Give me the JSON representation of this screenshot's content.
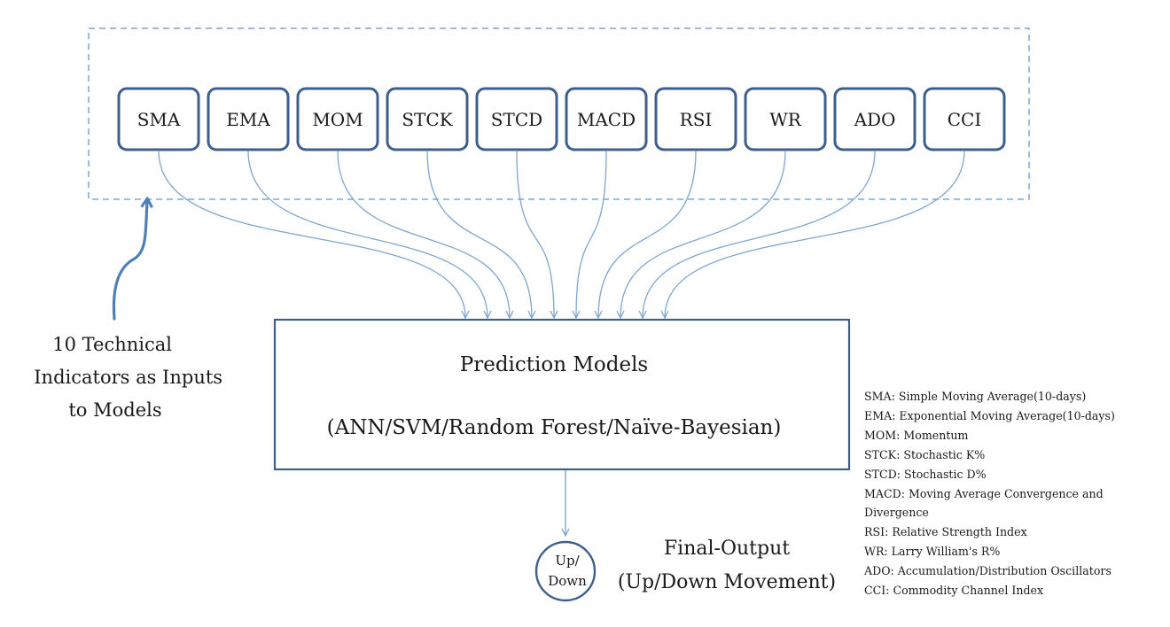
{
  "indicators": [
    "SMA",
    "EMA",
    "MOM",
    "STCK",
    "STCD",
    "MACD",
    "RSI",
    "WR",
    "ADO",
    "CCI"
  ],
  "caption": [
    "10 Technical",
    "Indicators as Inputs",
    "to Models"
  ],
  "model": {
    "title": "Prediction Models",
    "subtitle": "(ANN/SVM/Random Forest/Naïve-Bayesian)"
  },
  "output": {
    "node_line1": "Up/",
    "node_line2": "Down",
    "title": "Final-Output",
    "subtitle": "(Up/Down Movement)"
  },
  "legend": [
    "SMA: Simple Moving Average(10-days)",
    "EMA: Exponential Moving Average(10-days)",
    "MOM: Momentum",
    "STCK: Stochastic K%",
    "STCD: Stochastic D%",
    "MACD: Moving Average Convergence and Divergence",
    "RSI: Relative Strength Index",
    "WR: Larry William's R%",
    "ADO: Accumulation/Distribution Oscillators",
    "CCI: Commodity Channel Index"
  ],
  "colors": {
    "box_stroke": "#3c5f8c",
    "arrow": "#7fa6cf",
    "dashed": "#7fa6cf",
    "callout": "#4f7fb8"
  }
}
